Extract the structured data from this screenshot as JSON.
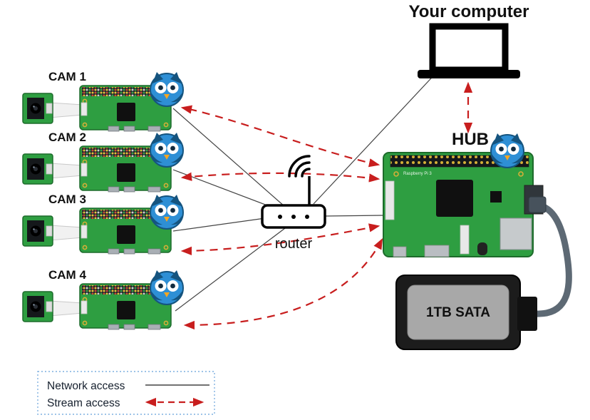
{
  "labels": {
    "computer": "Your computer",
    "hub": "HUB",
    "router": "router",
    "drive": "1TB SATA",
    "board_text": "Raspberry Pi 3"
  },
  "cams": [
    {
      "label": "CAM 1"
    },
    {
      "label": "CAM 2"
    },
    {
      "label": "CAM 3"
    },
    {
      "label": "CAM 4"
    }
  ],
  "legend": {
    "network_label": "Network access",
    "stream_label": "Stream access"
  },
  "colors": {
    "stream_red": "#c81e1e",
    "network_line": "#444444",
    "board_green": "#2e9e41",
    "owl_blue": "#2e8fd5",
    "drive_body": "#1c1c1c",
    "drive_face": "#a8a8a8"
  }
}
